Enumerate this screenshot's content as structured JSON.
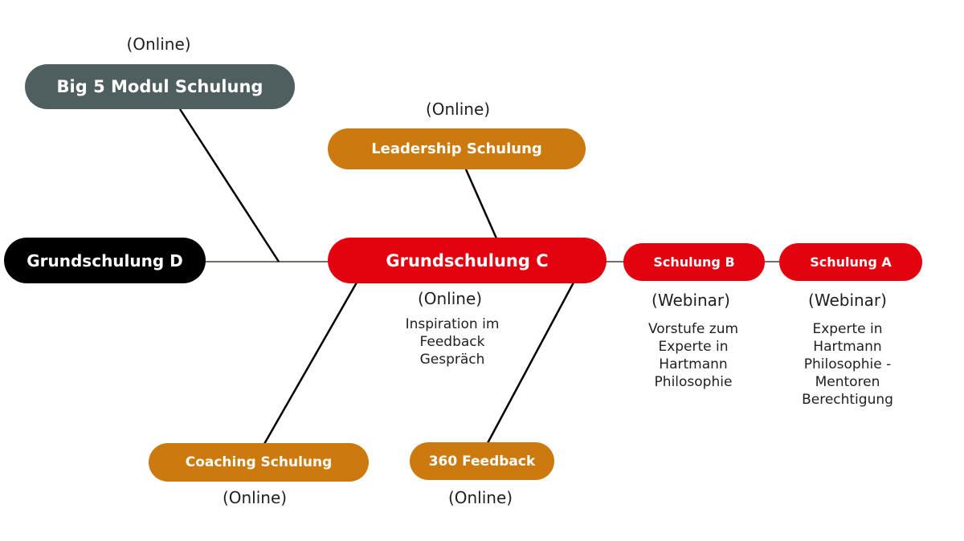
{
  "colors": {
    "gray": "#4f5e5f",
    "orange": "#cc7a0e",
    "red": "#e3000f",
    "black": "#000000",
    "line": "#000000",
    "line_soft": "#7a6a66"
  },
  "nodes": {
    "big5": {
      "label": "Big 5 Modul Schulung",
      "caption": "(Online)"
    },
    "leadership": {
      "label": "Leadership Schulung",
      "caption": "(Online)"
    },
    "grund_d": {
      "label": "Grundschulung D"
    },
    "grund_c": {
      "label": "Grundschulung C",
      "caption": "(Online)",
      "desc": [
        "Inspiration im",
        "Feedback",
        "Gespräch"
      ]
    },
    "schulung_b": {
      "label": "Schulung B",
      "caption": "(Webinar)",
      "desc": [
        "Vorstufe zum",
        "Experte in",
        "Hartmann",
        "Philosophie"
      ]
    },
    "schulung_a": {
      "label": "Schulung A",
      "caption": "(Webinar)",
      "desc": [
        "Experte in",
        "Hartmann",
        "Philosophie -",
        "Mentoren",
        "Berechtigung"
      ]
    },
    "coaching": {
      "label": "Coaching Schulung",
      "caption": "(Online)"
    },
    "feedback360": {
      "label": "360 Feedback",
      "caption": "(Online)"
    }
  }
}
